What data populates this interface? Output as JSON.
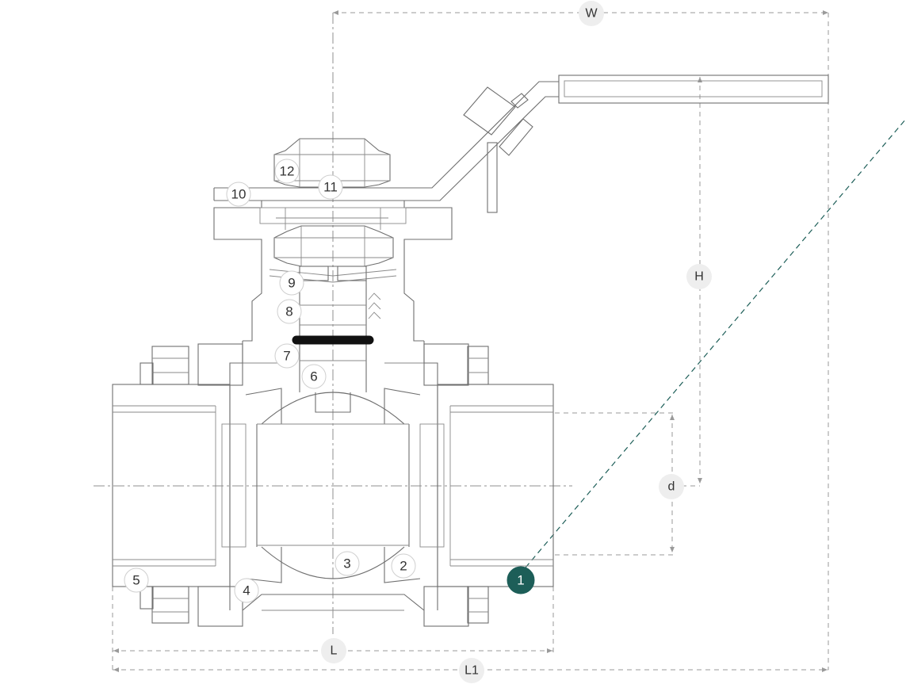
{
  "colors": {
    "line": "#6f6f6f",
    "dimension": "#9a9a9a",
    "accent": "#1d5e58",
    "seal": "#111111",
    "label_bg": "#eeeeee"
  },
  "dimensions": {
    "W": "W",
    "H": "H",
    "d": "d",
    "L": "L",
    "L1": "L1"
  },
  "callouts": [
    {
      "label": "1",
      "active": true
    },
    {
      "label": "2"
    },
    {
      "label": "3"
    },
    {
      "label": "4"
    },
    {
      "label": "5"
    },
    {
      "label": "6"
    },
    {
      "label": "7"
    },
    {
      "label": "8"
    },
    {
      "label": "9"
    },
    {
      "label": "10"
    },
    {
      "label": "11"
    },
    {
      "label": "12"
    }
  ]
}
